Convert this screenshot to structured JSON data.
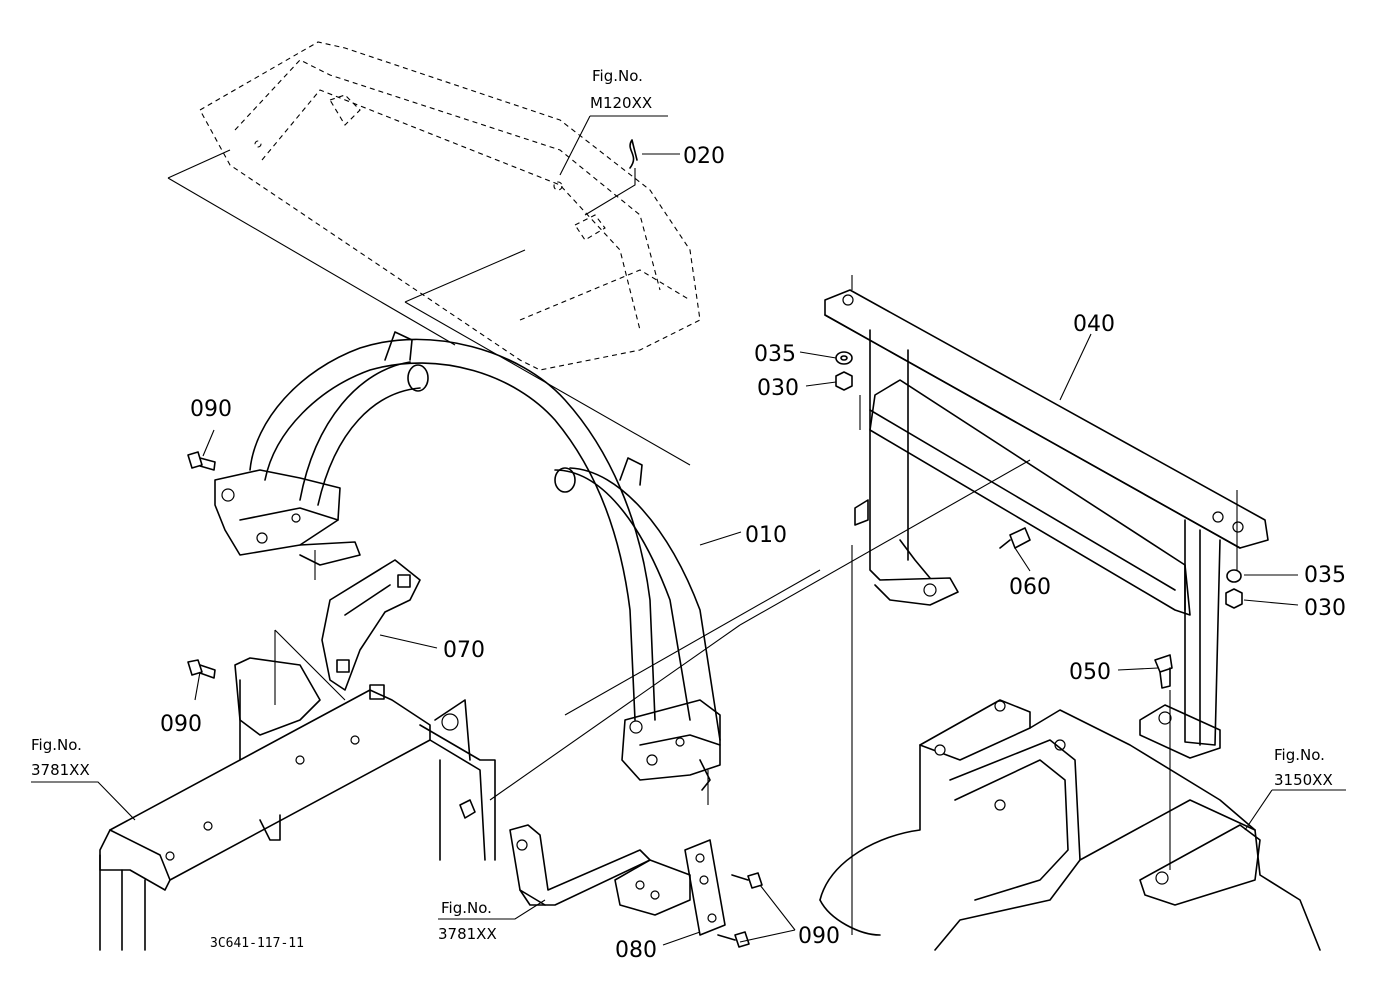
{
  "drawing_number": "3C641-117-11",
  "labels": {
    "p010": "010",
    "p020": "020",
    "p030a": "030",
    "p030b": "030",
    "p035a": "035",
    "p035b": "035",
    "p040": "040",
    "p050": "050",
    "p060": "060",
    "p070": "070",
    "p080": "080",
    "p090a": "090",
    "p090b": "090",
    "p090c": "090"
  },
  "figure_refs": {
    "top": {
      "title": "Fig.No.",
      "code": "M120XX"
    },
    "left": {
      "title": "Fig.No.",
      "code": "3781XX"
    },
    "bottom": {
      "title": "Fig.No.",
      "code": "3781XX"
    },
    "right": {
      "title": "Fig.No.",
      "code": "3150XX"
    }
  }
}
